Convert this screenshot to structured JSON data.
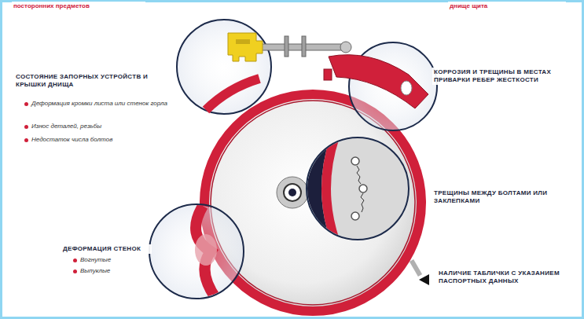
{
  "diagram": {
    "labels": [
      "посторонних предметов",
      "днище щита",
      "СОСТОЯНИЕ ЗАПОРНЫХ УСТРОЙСТВ И КРЫШКИ ДНИЩА",
      "Деформация кромки листа или стенок горла",
      "Износ деталей, резьбы",
      "Недостаток числа болтов",
      "КОРРОЗИЯ И ТРЕЩИНЫ В МЕСТАХ ПРИВАРКИ РЕБЕР ЖЕСТКОСТИ",
      "ТРЕЩИНЫ МЕЖДУ БОЛТАМИ ИЛИ ЗАКЛЕПКАМИ",
      "ДЕФОРМАЦИЯ СТЕНОК",
      "Вогнутые",
      "Выпуклые",
      "НАЛИЧИЕ ТАБЛИЧКИ С УКАЗАНИЕМ ПАСПОРТНЫХ ДАННЫХ"
    ]
  }
}
